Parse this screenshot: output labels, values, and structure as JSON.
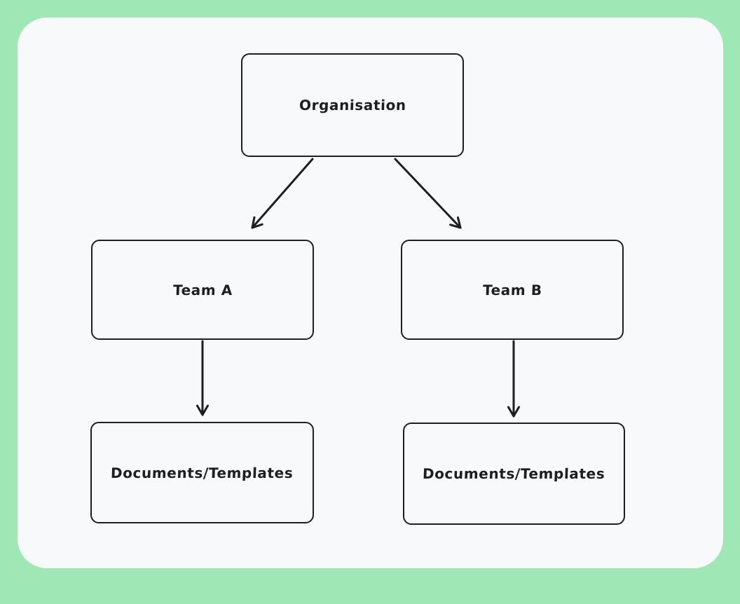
{
  "theme": {
    "frame_color": "#9fe7b4",
    "canvas_color": "#f8f9fb",
    "stroke_color": "#1e1e1e",
    "text_color": "#1e1e1e"
  },
  "diagram": {
    "nodes": [
      {
        "id": "organisation",
        "label": "Organisation"
      },
      {
        "id": "team-a",
        "label": "Team A"
      },
      {
        "id": "team-b",
        "label": "Team B"
      },
      {
        "id": "documents-a",
        "label": "Documents/Templates"
      },
      {
        "id": "documents-b",
        "label": "Documents/Templates"
      }
    ],
    "edges": [
      {
        "from": "organisation",
        "to": "team-a",
        "direction": "down-left",
        "style": "arrow"
      },
      {
        "from": "organisation",
        "to": "team-b",
        "direction": "down-right",
        "style": "arrow"
      },
      {
        "from": "team-a",
        "to": "documents-a",
        "direction": "down",
        "style": "arrow"
      },
      {
        "from": "team-b",
        "to": "documents-b",
        "direction": "down",
        "style": "arrow"
      }
    ]
  }
}
